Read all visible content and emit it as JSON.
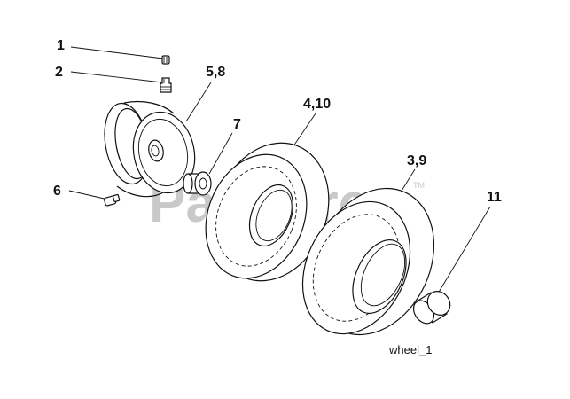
{
  "diagram": {
    "watermark": "PartsTree",
    "watermark_tm": "TM",
    "caption": "wheel_1",
    "callouts": {
      "c1": "1",
      "c2": "2",
      "c58": "5,8",
      "c7": "7",
      "c410": "4,10",
      "c39": "3,9",
      "c6": "6",
      "c11": "11"
    }
  }
}
